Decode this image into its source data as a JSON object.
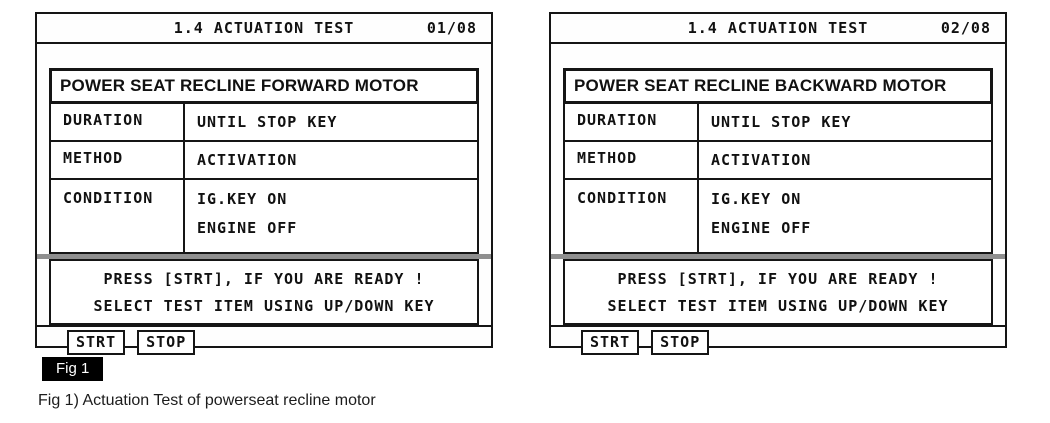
{
  "colors": {
    "text": "#111111",
    "border": "#151515",
    "gray_separator": "#8f8f8f",
    "badge_background": "#000000",
    "badge_text": "#ffffff",
    "background": "#ffffff"
  },
  "figure": {
    "badge": "Fig 1",
    "caption": "Fig 1) Actuation Test of powerseat recline motor"
  },
  "panels": [
    {
      "title": "1.4 ACTUATION TEST",
      "page_indicator": "01/08",
      "header": "POWER SEAT RECLINE FORWARD MOTOR",
      "rows": [
        {
          "label": "DURATION",
          "lines": [
            "UNTIL STOP KEY"
          ]
        },
        {
          "label": "METHOD",
          "lines": [
            "ACTIVATION"
          ]
        },
        {
          "label": "CONDITION",
          "lines": [
            "IG.KEY ON",
            "ENGINE OFF"
          ]
        }
      ],
      "messages": [
        "PRESS [STRT], IF YOU ARE READY !",
        "SELECT TEST ITEM USING UP/DOWN KEY"
      ],
      "buttons": [
        {
          "label": "STRT"
        },
        {
          "label": "STOP"
        }
      ]
    },
    {
      "title": "1.4 ACTUATION TEST",
      "page_indicator": "02/08",
      "header": "POWER SEAT RECLINE BACKWARD MOTOR",
      "rows": [
        {
          "label": "DURATION",
          "lines": [
            "UNTIL STOP KEY"
          ]
        },
        {
          "label": "METHOD",
          "lines": [
            "ACTIVATION"
          ]
        },
        {
          "label": "CONDITION",
          "lines": [
            "IG.KEY ON",
            "ENGINE OFF"
          ]
        }
      ],
      "messages": [
        "PRESS [STRT], IF YOU ARE READY !",
        "SELECT TEST ITEM USING UP/DOWN KEY"
      ],
      "buttons": [
        {
          "label": "STRT"
        },
        {
          "label": "STOP"
        }
      ]
    }
  ]
}
